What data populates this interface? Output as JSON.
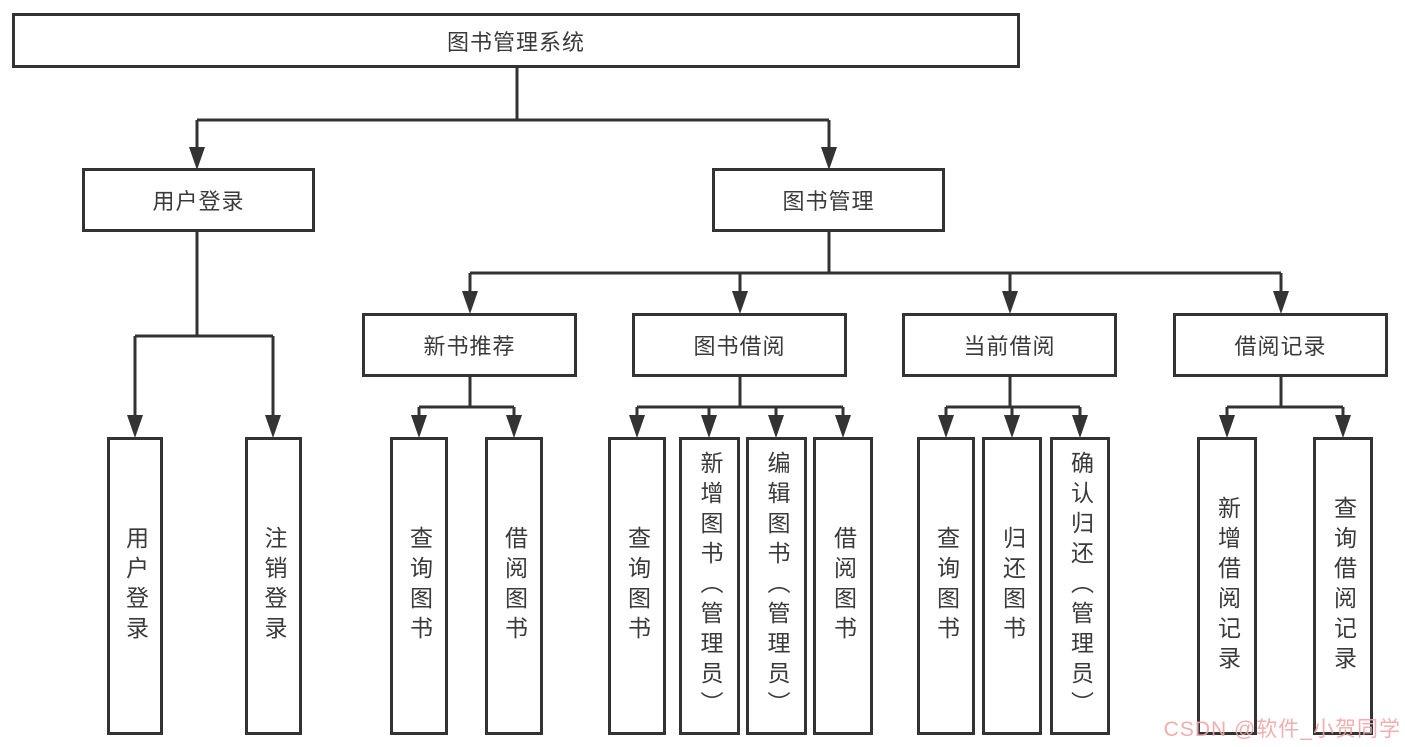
{
  "tree": {
    "root": {
      "label": "图书管理系统",
      "children": [
        {
          "label": "用户登录",
          "children": [
            {
              "label": "用户登录"
            },
            {
              "label": "注销登录"
            }
          ]
        },
        {
          "label": "图书管理",
          "children": [
            {
              "label": "新书推荐",
              "children": [
                {
                  "label": "查询图书"
                },
                {
                  "label": "借阅图书"
                }
              ]
            },
            {
              "label": "图书借阅",
              "children": [
                {
                  "label": "查询图书"
                },
                {
                  "label": "新增图书（管理员）"
                },
                {
                  "label": "编辑图书（管理员）"
                },
                {
                  "label": "借阅图书"
                }
              ]
            },
            {
              "label": "当前借阅",
              "children": [
                {
                  "label": "查询图书"
                },
                {
                  "label": "归还图书"
                },
                {
                  "label": "确认归还（管理员）"
                }
              ]
            },
            {
              "label": "借阅记录",
              "children": [
                {
                  "label": "新增借阅记录"
                },
                {
                  "label": "查询借阅记录"
                }
              ]
            }
          ]
        }
      ]
    }
  },
  "watermark": "CSDN @软件_小贺同学",
  "colors": {
    "line": "#333333",
    "text": "#3a3a3a",
    "watermark": "#f0a6a6",
    "background": "#ffffff"
  }
}
